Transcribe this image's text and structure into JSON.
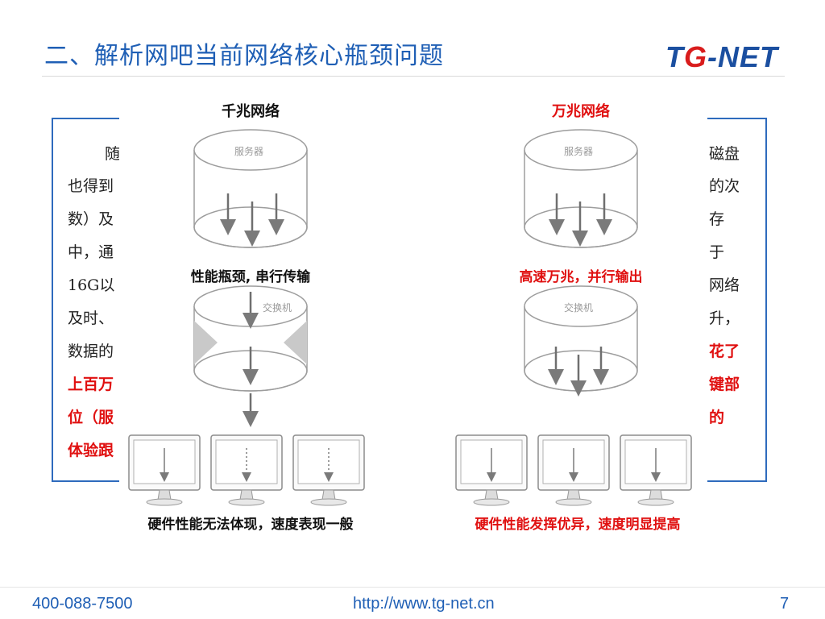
{
  "header": {
    "title": "二、解析网吧当前网络核心瓶颈问题",
    "logo_left": "T",
    "logo_g": "G",
    "logo_right": "-NET"
  },
  "left_text": [
    "随",
    "也得到",
    "数）及",
    "中，通",
    "16G以",
    "及时、",
    "数据的"
  ],
  "left_text_red": [
    "上百万",
    "位（服",
    "体验跟"
  ],
  "right_text": [
    "磁盘",
    "的次",
    "存",
    "于",
    "网络",
    "升，"
  ],
  "right_text_red": [
    "花了",
    "键部",
    "的"
  ],
  "diagram_left": {
    "heading": "千兆网络",
    "server_label": "服务器",
    "bottleneck_label": "性能瓶颈, 串行传输",
    "switch_label": "交换机",
    "caption": "硬件性能无法体现，速度表现一般"
  },
  "diagram_right": {
    "heading": "万兆网络",
    "server_label": "服务器",
    "parallel_label": "高速万兆，并行输出",
    "switch_label": "交换机",
    "caption": "硬件性能发挥优异，速度明显提高"
  },
  "footer": {
    "phone": "400-088-7500",
    "url": "http://www.tg-net.cn",
    "page": "7"
  },
  "colors": {
    "accent_blue": "#1f5fb5",
    "frame_blue": "#2e6bbd",
    "red": "#e01010"
  }
}
